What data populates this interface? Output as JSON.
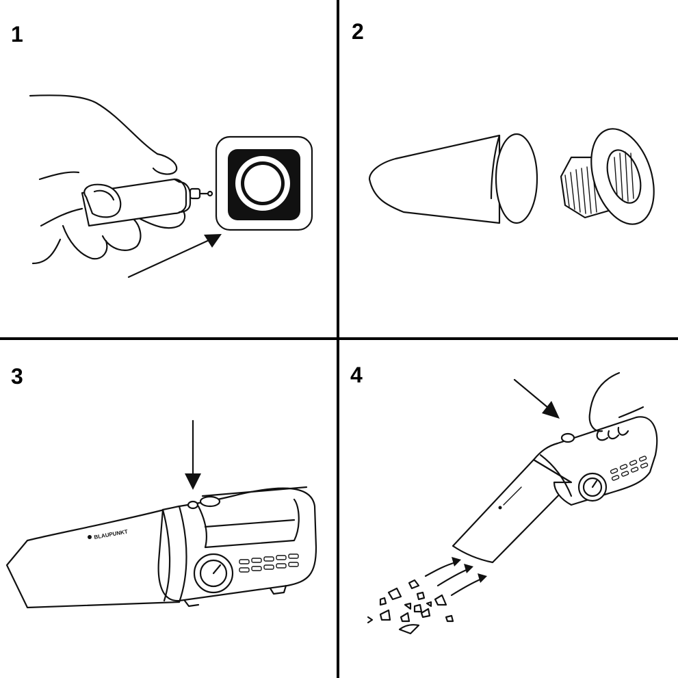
{
  "steps": [
    {
      "number": "1",
      "icon": "car-socket-plug-icon"
    },
    {
      "number": "2",
      "icon": "filter-removal-icon"
    },
    {
      "number": "3",
      "icon": "power-button-icon"
    },
    {
      "number": "4",
      "icon": "vacuum-debris-icon"
    }
  ],
  "brand": {
    "text": "BLAUPUNKT"
  },
  "colors": {
    "line": "#111111",
    "background": "#ffffff"
  }
}
